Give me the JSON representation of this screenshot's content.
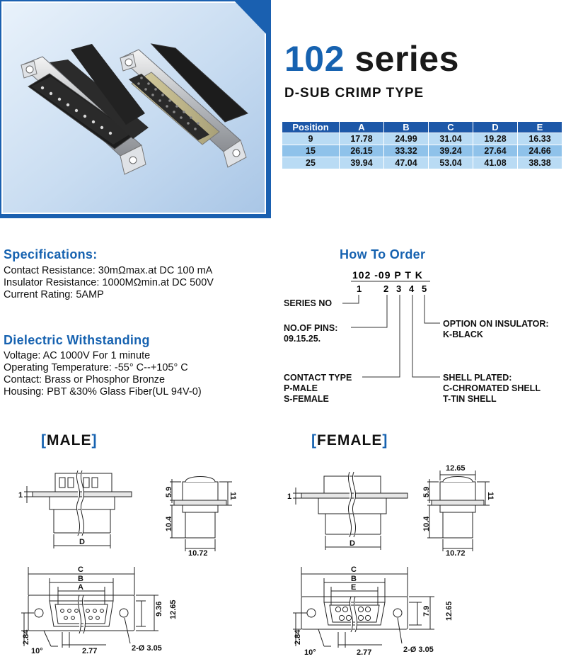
{
  "header": {
    "series_number": "102",
    "series_word": "series",
    "subtitle": "D-SUB CRIMP TYPE"
  },
  "table": {
    "headers": [
      "Position",
      "A",
      "B",
      "C",
      "D",
      "E"
    ],
    "rows": [
      [
        "9",
        "17.78",
        "24.99",
        "31.04",
        "19.28",
        "16.33"
      ],
      [
        "15",
        "26.15",
        "33.32",
        "39.24",
        "27.64",
        "24.66"
      ],
      [
        "25",
        "39.94",
        "47.04",
        "53.04",
        "41.08",
        "38.38"
      ]
    ]
  },
  "specifications": {
    "heading": "Specifications:",
    "lines": [
      "Contact Resistance: 30mΩmax.at DC 100 mA",
      "Insulator Resistance: 1000MΩmin.at DC 500V",
      "Current Rating: 5AMP"
    ]
  },
  "dielectric": {
    "heading": "Dielectric Withstanding",
    "lines": [
      "Voltage: AC 1000V For 1 minute",
      "Operating Temperature: -55° C--+105° C",
      "Contact: Brass or Phosphor Bronze",
      "Housing: PBT &30% Glass Fiber(UL 94V-0)"
    ]
  },
  "order": {
    "heading": "How To Order",
    "code": "102 -09 P T K",
    "digits": [
      "1",
      "2",
      "3",
      "4",
      "5"
    ],
    "series_no": "SERIES NO",
    "pins_title": "NO.OF PINS:",
    "pins_values": "09.15.25.",
    "contact_title": "CONTACT TYPE",
    "contact_p": "P-MALE",
    "contact_s": "S-FEMALE",
    "option_title": "OPTION ON INSULATOR:",
    "option_k": "K-BLACK",
    "shell_title": "SHELL PLATED:",
    "shell_c": "C-CHROMATED SHELL",
    "shell_t": "T-TIN SHELL"
  },
  "male": {
    "title": "MALE",
    "dim_1": "1",
    "dim_d": "D",
    "dim_59": "5.9",
    "dim_11": "11",
    "dim_104": "10.4",
    "dim_1072": "10.72",
    "dim_c": "C",
    "dim_b": "B",
    "dim_a": "A",
    "dim_936": "9.36",
    "dim_1265": "12.65",
    "dim_284": "2.84",
    "dim_10deg": "10°",
    "dim_277": "2.77",
    "dim_hole": "2-Ø 3.05"
  },
  "female": {
    "title": "FEMALE",
    "dim_1": "1",
    "dim_d": "D",
    "dim_1265_top": "12.65",
    "dim_59": "5.9",
    "dim_11": "11",
    "dim_104": "10.4",
    "dim_1072": "10.72",
    "dim_c": "C",
    "dim_b": "B",
    "dim_e": "E",
    "dim_79": "7.9",
    "dim_1265": "12.65",
    "dim_284": "2.84",
    "dim_10deg": "10°",
    "dim_277": "2.77",
    "dim_hole": "2-Ø 3.05"
  },
  "colors": {
    "accent_blue": "#1662b0",
    "table_header": "#1d58a8",
    "table_row_light": "#b9dbf4",
    "table_row_dark": "#8fc2ea"
  }
}
